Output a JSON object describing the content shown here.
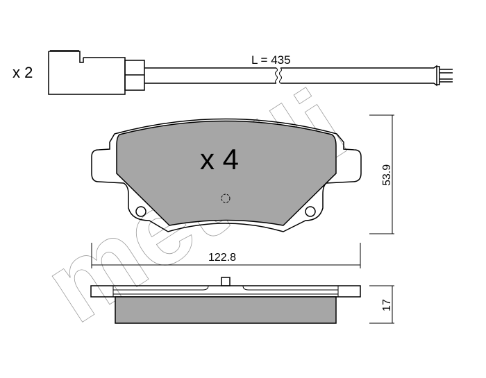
{
  "sensor": {
    "quantity_label": "x 2",
    "length_label": "L = 435"
  },
  "pad": {
    "quantity_label": "x 4"
  },
  "dimensions": {
    "width": "122.8",
    "height": "53.9",
    "thickness": "17"
  },
  "watermark": {
    "text": "metelli"
  },
  "colors": {
    "friction_material": "#a6a6a6",
    "lines": "#000000",
    "watermark": "#9a9a9a"
  }
}
